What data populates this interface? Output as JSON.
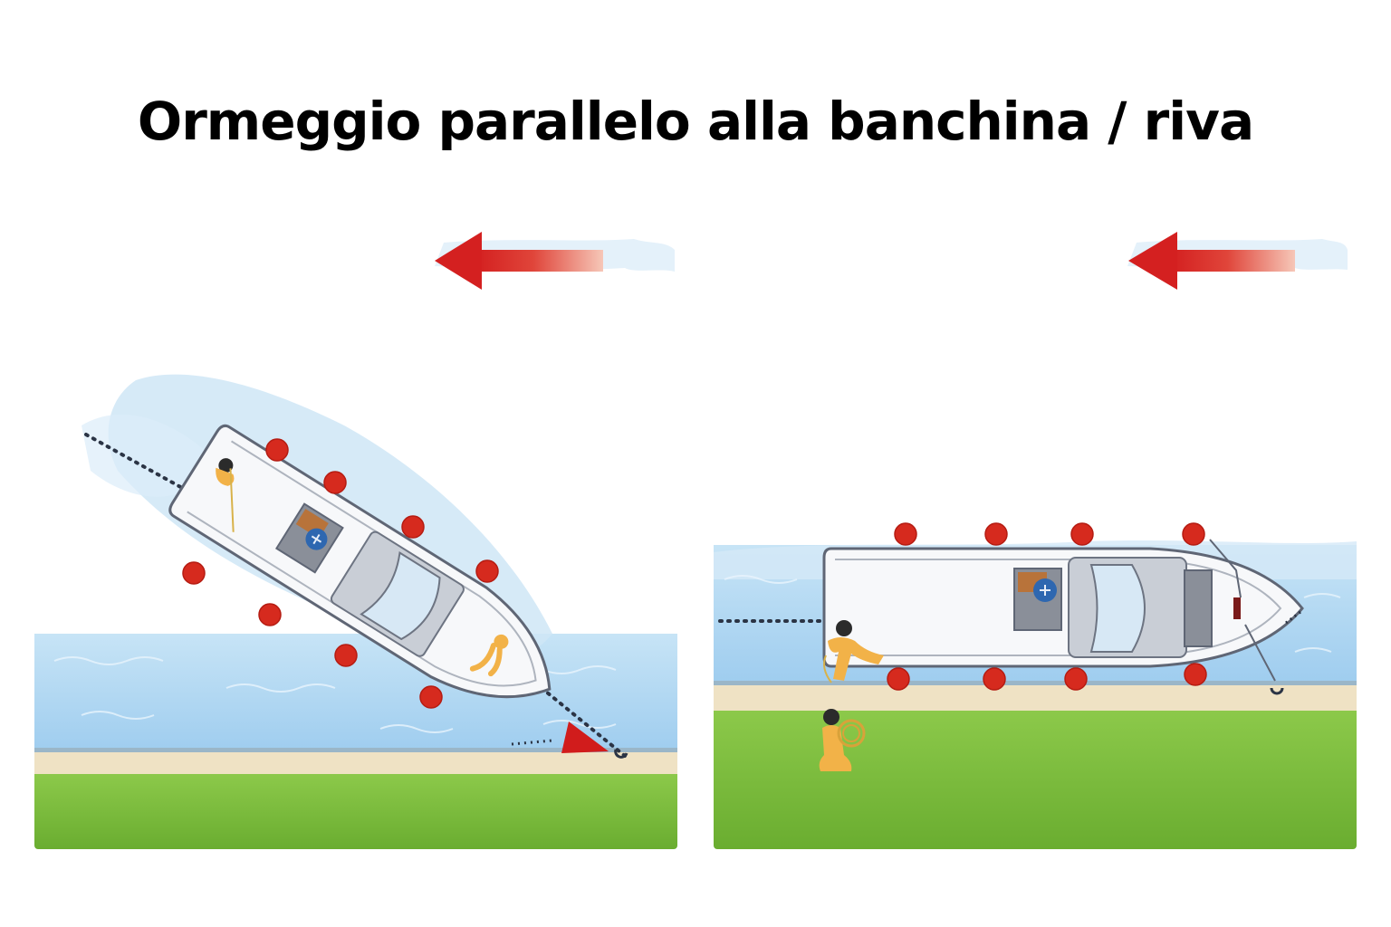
{
  "title": "Ormeggio parallelo alla banchina / riva",
  "colors": {
    "arrow": "#d42020",
    "fender": "#d62a1e",
    "water": "#b9dcf2",
    "water_deep": "#8cc4ea",
    "quay": "#efe2c4",
    "grass": "#7cbd3c",
    "hull": "#f7f8fa",
    "hull_stroke": "#5f6675",
    "cabin": "#c9ced6",
    "crew": "#f2b248",
    "skipper": "#2e67b0",
    "line": "#2b3445"
  },
  "panels": [
    {
      "id": "approach",
      "movement_arrow": "left-arrow-icon",
      "boat": "boat-icon",
      "fender_count": 8,
      "crew": [
        "crew-bow-icon",
        "skipper-icon",
        "crew-stern-icon"
      ],
      "anchor": "anchor-icon"
    },
    {
      "id": "moored",
      "movement_arrow": "left-arrow-icon",
      "boat": "boat-icon",
      "fender_count": 8,
      "crew": [
        "crew-dock-icon",
        "skipper-icon",
        "crew-shore-icon"
      ],
      "anchor": "anchor-icon"
    }
  ]
}
